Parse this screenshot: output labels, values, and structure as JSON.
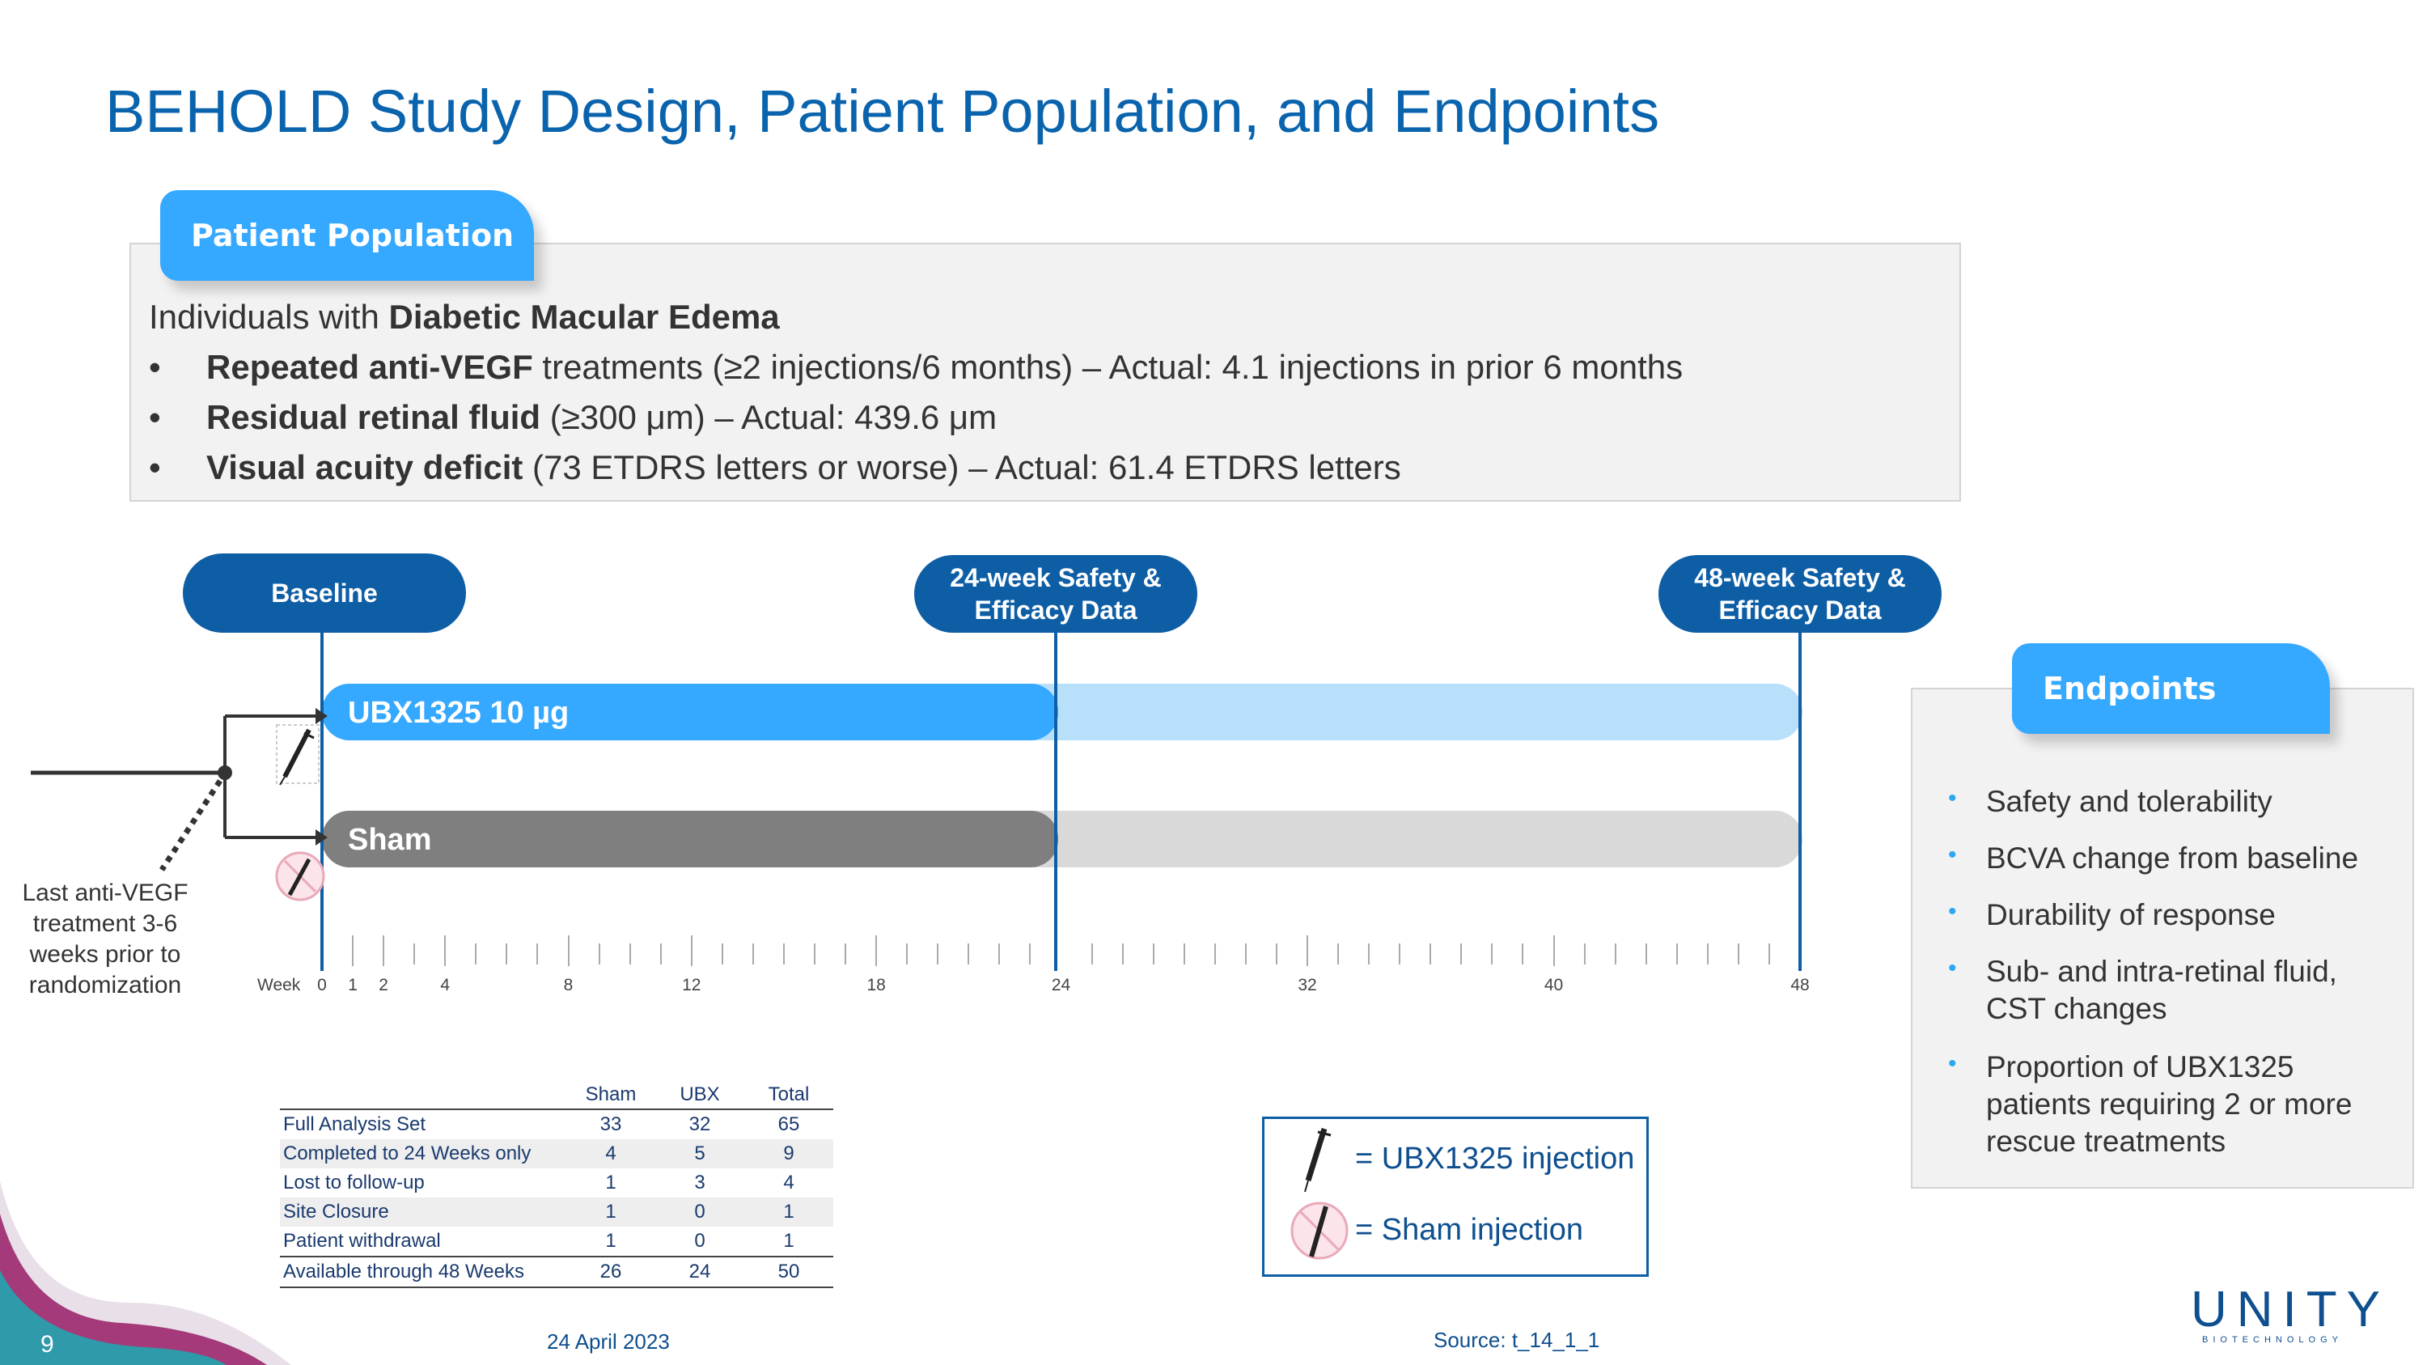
{
  "title": "BEHOLD Study Design, Patient Population, and Endpoints",
  "patient_population": {
    "tab": "Patient Population",
    "intro_prefix": "Individuals with ",
    "intro_bold": "Diabetic Macular Edema",
    "bullets": [
      {
        "bold": "Repeated anti-VEGF",
        "rest": " treatments (≥2 injections/6 months) – Actual: 4.1 injections in prior 6 months"
      },
      {
        "bold": "Residual retinal fluid",
        "rest": " (≥300 μm) – Actual: 439.6 μm"
      },
      {
        "bold": "Visual acuity deficit",
        "rest": " (73 ETDRS letters or worse) – Actual: 61.4 ETDRS letters"
      }
    ],
    "bullet_char": "•"
  },
  "timeline": {
    "baseline": "Baseline",
    "milestone_24_line1": "24-week Safety &",
    "milestone_24_line2": "Efficacy Data",
    "milestone_48_line1": "48-week Safety &",
    "milestone_48_line2": "Efficacy Data",
    "arm_ubx": "UBX1325 10 µg",
    "arm_sham": "Sham",
    "week_label": "Week",
    "week_ticks": [
      "0",
      "1",
      "2",
      "4",
      "8",
      "12",
      "18",
      "24",
      "32",
      "40",
      "48"
    ],
    "note": "Last anti-VEGF treatment 3-6 weeks prior to randomization",
    "colors": {
      "ubx": "#35a8ff",
      "ubx_light": "#b9e0fb",
      "sham": "#7f7f7f",
      "sham_light": "#d9d9d9",
      "navy": "#0e5ea6"
    }
  },
  "table": {
    "headers": [
      "",
      "Sham",
      "UBX",
      "Total"
    ],
    "rows": [
      [
        "Full Analysis Set",
        "33",
        "32",
        "65"
      ],
      [
        "Completed to 24 Weeks only",
        "4",
        "5",
        "9"
      ],
      [
        "Lost to follow-up",
        "1",
        "3",
        "4"
      ],
      [
        "Site Closure",
        "1",
        "0",
        "1"
      ],
      [
        "Patient withdrawal",
        "1",
        "0",
        "1"
      ],
      [
        "Available through 48 Weeks",
        "26",
        "24",
        "50"
      ]
    ]
  },
  "legend": {
    "ubx": "= UBX1325 injection",
    "sham": "= Sham injection"
  },
  "endpoints": {
    "tab": "Endpoints",
    "items": [
      "Safety and tolerability",
      "BCVA change from baseline",
      "Durability of response",
      "Sub- and intra-retinal fluid, CST changes",
      "Proportion of UBX1325 patients requiring 2 or more rescue treatments"
    ]
  },
  "footer": {
    "page_number": "9",
    "date": "24 April 2023",
    "source": "Source: t_14_1_1",
    "logo": "UNITY",
    "logo_sub": "BIOTECHNOLOGY"
  }
}
